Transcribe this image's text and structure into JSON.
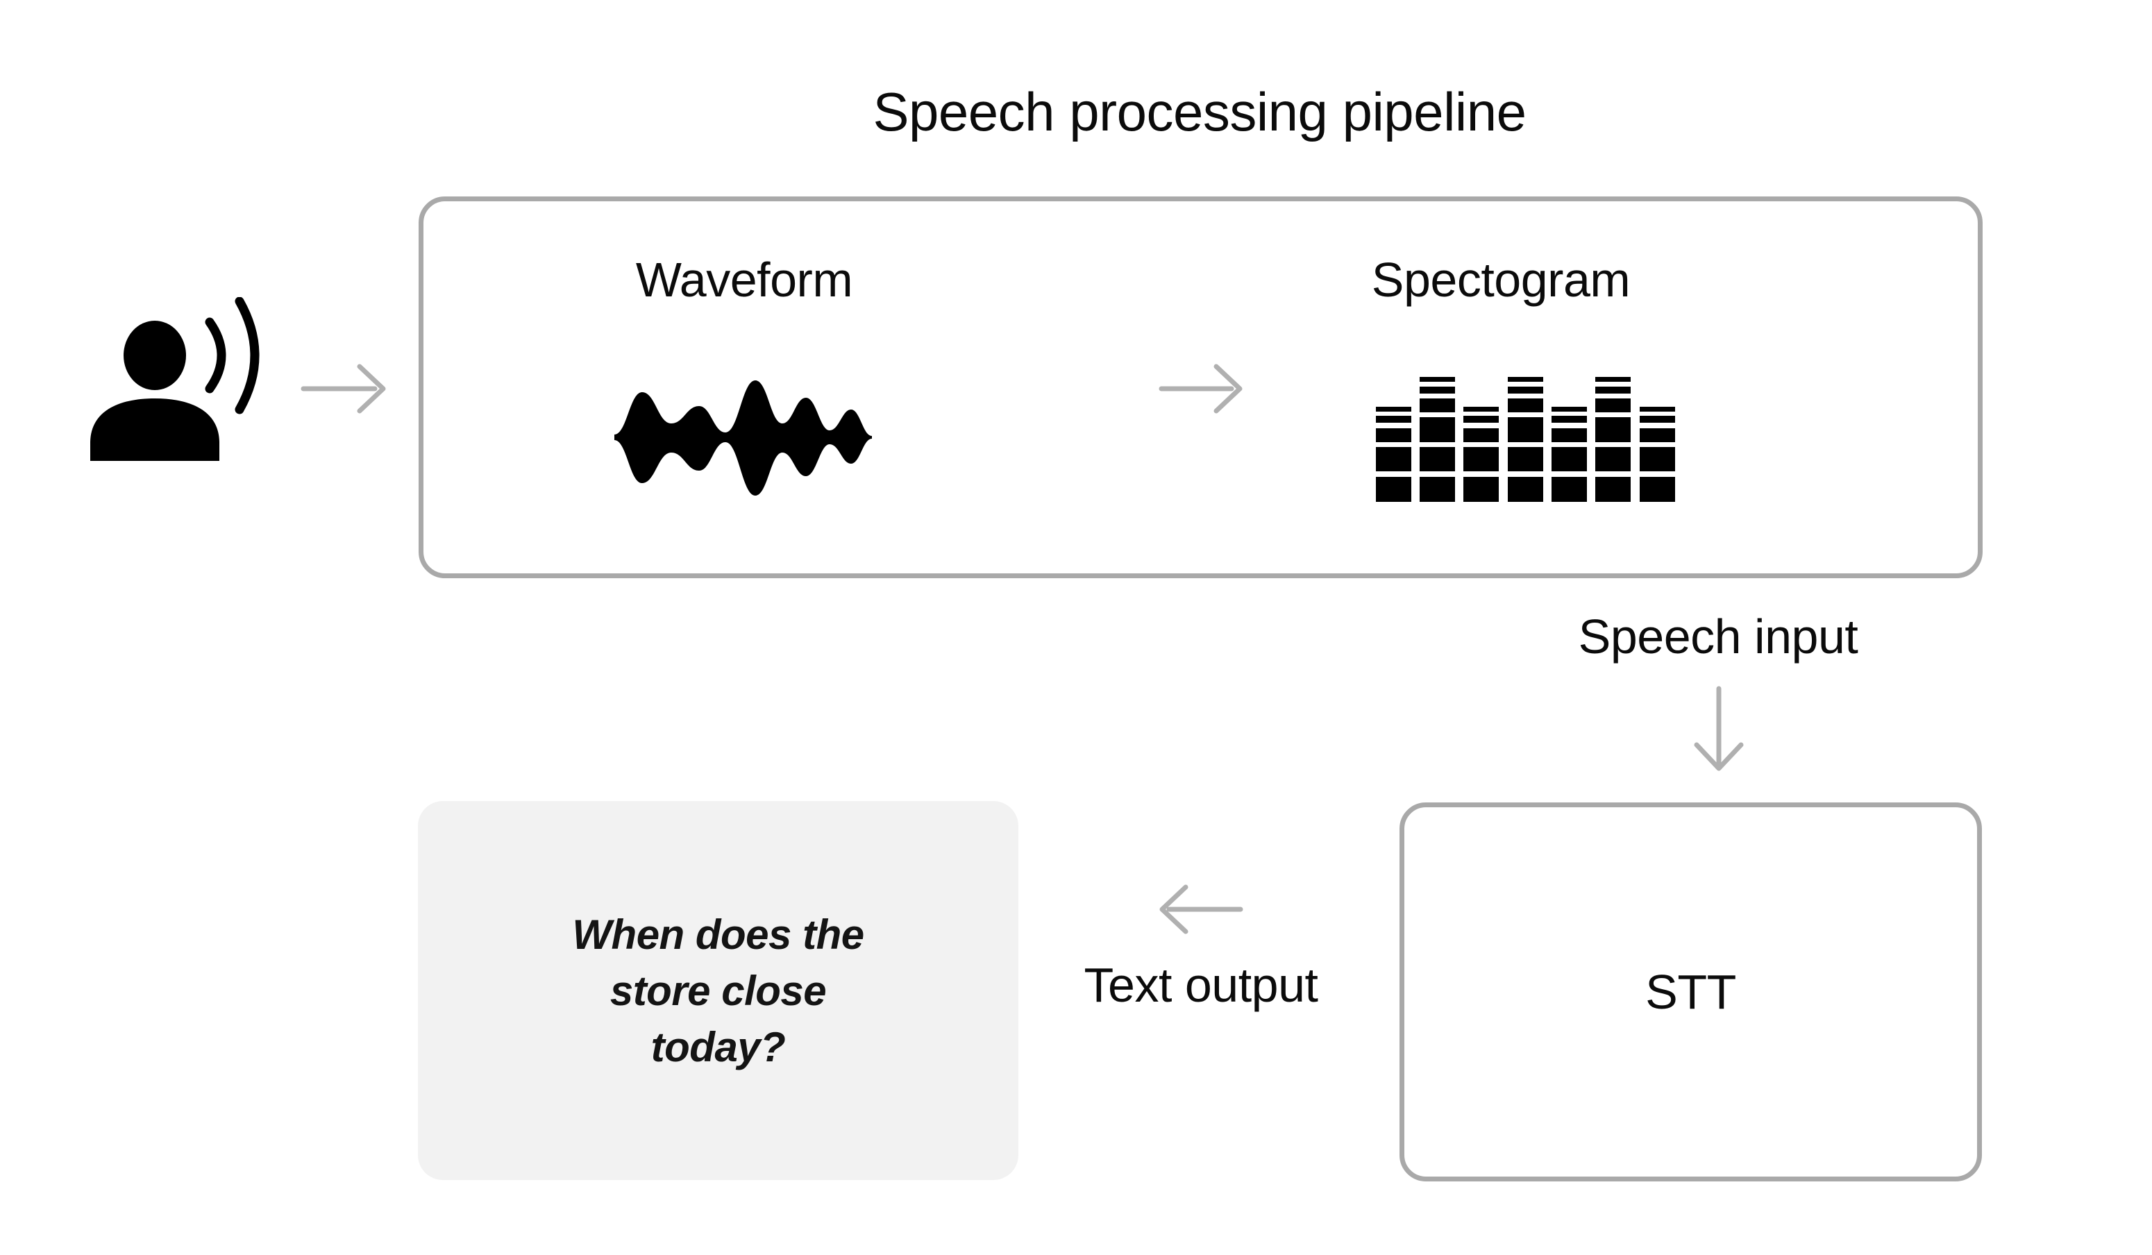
{
  "diagram": {
    "title": "Speech processing pipeline",
    "pipeline_box": {
      "waveform": {
        "label": "Waveform",
        "icon": "waveform-icon"
      },
      "spectogram": {
        "label": "Spectogram",
        "icon": "spectrogram-equalizer-icon"
      }
    },
    "source": {
      "icon": "person-speaking-icon"
    },
    "flows": {
      "speech_input": "Speech input",
      "text_output": "Text output"
    },
    "stt": {
      "label": "STT"
    },
    "message": {
      "text": "When does the\nstore close\ntoday?"
    }
  },
  "colors": {
    "box_border": "#a9a9a9",
    "arrow": "#b0b0b0",
    "message_bg": "#f2f2f2",
    "text": "#0b0b0b",
    "icon_black": "#000000"
  }
}
